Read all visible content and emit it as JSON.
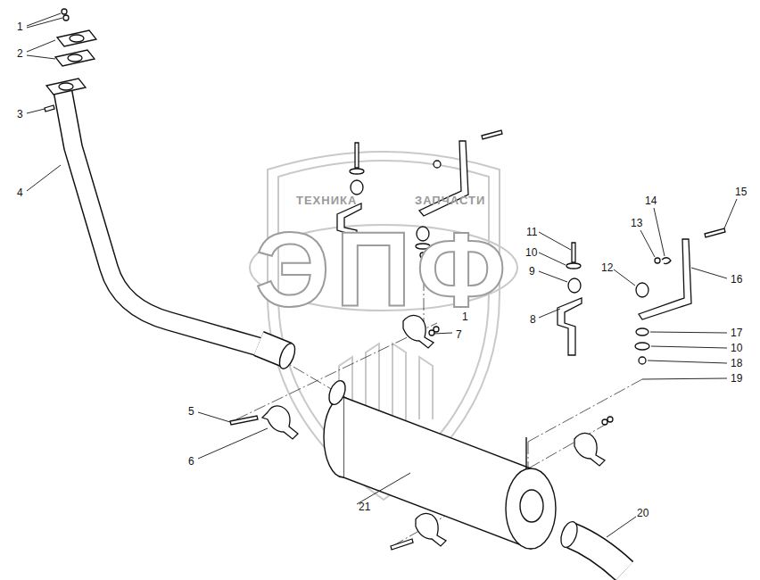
{
  "diagram": {
    "labels": [
      "1",
      "2",
      "3",
      "4",
      "5",
      "6",
      "7",
      "1",
      "8",
      "9",
      "10",
      "11",
      "12",
      "13",
      "14",
      "15",
      "16",
      "17",
      "10",
      "18",
      "19",
      "20",
      "21",
      "ТЕХНИКА",
      "ЗАПЧАСТИ",
      "ЭПФ"
    ]
  }
}
